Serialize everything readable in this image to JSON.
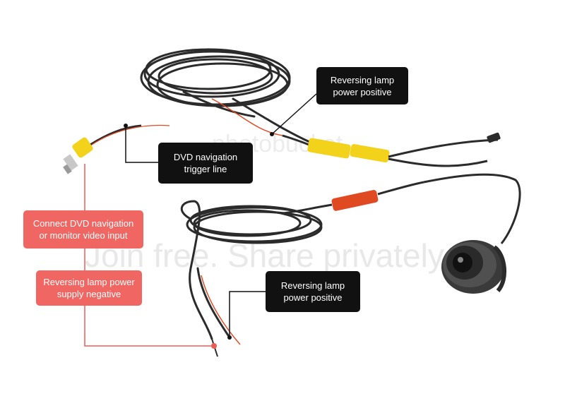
{
  "watermark": {
    "logo_text": "photobucket",
    "tagline": "Join free. Share privately."
  },
  "callouts": {
    "top_right": {
      "line1": "Reversing lamp",
      "line2": "power positive"
    },
    "dvd_trigger": {
      "line1": "DVD navigation",
      "line2": "trigger line"
    },
    "video_input": {
      "line1": "Connect DVD navigation",
      "line2": "or monitor video input"
    },
    "lamp_negative": {
      "line1": "Reversing lamp power",
      "line2": "supply negative"
    },
    "bottom_positive": {
      "line1": "Reversing lamp",
      "line2": "power positive"
    }
  },
  "colors": {
    "dark_callout": "#111111",
    "red_callout": "#ef5a55",
    "cable": "#2b2b2b",
    "rca_yellow": "#f2d21a",
    "connector_red": "#e04a22"
  }
}
